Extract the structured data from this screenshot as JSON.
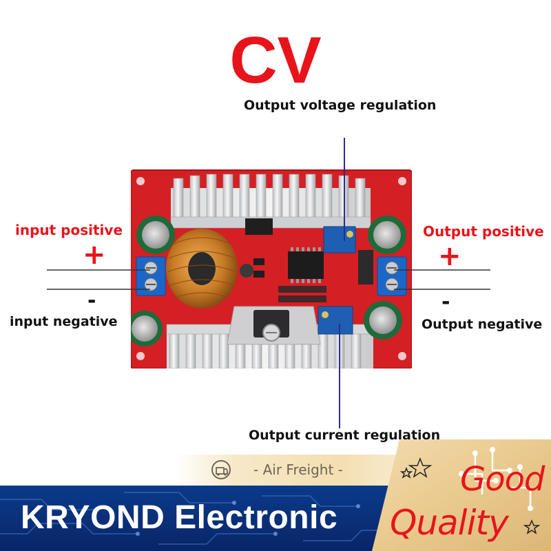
{
  "title": "CV",
  "callouts": {
    "voltage": "Output voltage regulation",
    "current": "Output current regulation"
  },
  "terminals": {
    "input_positive": "input positive",
    "input_negative": "input negative",
    "output_positive": "Output positive",
    "output_negative": "Output negative",
    "plus": "+",
    "minus": "-"
  },
  "banner": {
    "freight": "- Air Freight -",
    "brand": "KRYOND  Electronic",
    "good": "Good",
    "quality": "Quality"
  },
  "colors": {
    "accent_red": "#e8141b",
    "board_red": "#d41f24",
    "banner_blue": "#0b2f78"
  }
}
